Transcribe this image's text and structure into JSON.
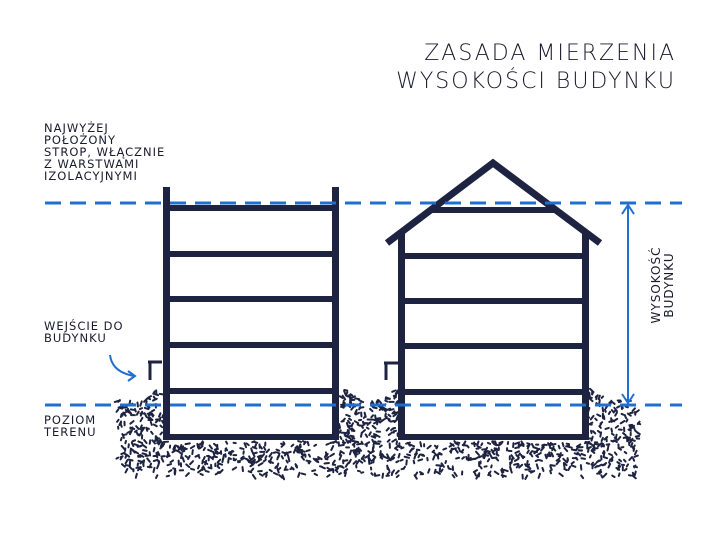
{
  "title": {
    "line1": "Zasada mierzenia",
    "line2": "wysokości budynku"
  },
  "labels": {
    "top_ceiling": [
      "Najwyżej",
      "położony",
      "strop, włącznie",
      "z warstwami",
      "izolacyjnymi"
    ],
    "entrance": [
      "Wejście do",
      "budynku"
    ],
    "ground": [
      "Poziom",
      "terenu"
    ],
    "height": [
      "Wysokość",
      "budynku"
    ]
  },
  "colors": {
    "line": "#1d2340",
    "measure": "#1f6fd0",
    "text": "#1a1a2e"
  }
}
